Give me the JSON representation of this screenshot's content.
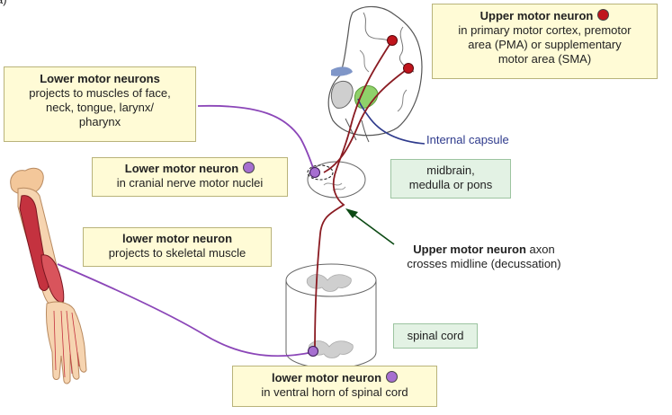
{
  "colors": {
    "upper_neuron": "#c0141c",
    "lower_neuron": "#a66fd0",
    "axon_upper": "#8a1b22",
    "axon_lower": "#8b46b8",
    "internal_capsule": "#2e3a8c",
    "callout_arrow": "#0c4a14",
    "yellow_box": "#fffbd6",
    "green_box": "#e3f2e4"
  },
  "labels": {
    "top_left_fragment": "a)",
    "upper_motor_neuron": {
      "title": "Upper motor neuron",
      "line1": "in primary motor cortex, premotor",
      "line2": "area (PMA) or supplementary",
      "line3": "motor area (SMA)"
    },
    "lower_motor_neurons_face": {
      "title": "Lower motor neurons",
      "line1": "projects to muscles of face,",
      "line2": "neck, tongue, larynx/",
      "line3": "pharynx"
    },
    "lower_motor_neuron_cranial": {
      "title": "Lower motor neuron",
      "line1": "in cranial nerve motor nuclei"
    },
    "midbrain_box": {
      "line1": "midbrain,",
      "line2": "medulla or pons"
    },
    "internal_capsule": "Internal capsule",
    "lower_motor_neuron_skeletal": {
      "title": "lower motor neuron",
      "line1": "projects to skeletal muscle"
    },
    "decussation": {
      "title": "Upper motor neuron",
      "title_suffix": "axon",
      "line1": "crosses midline (decussation)"
    },
    "spinal_cord": "spinal cord",
    "lower_motor_neuron_ventral": {
      "title": "lower motor neuron",
      "line1": "in ventral horn  of spinal cord"
    }
  }
}
